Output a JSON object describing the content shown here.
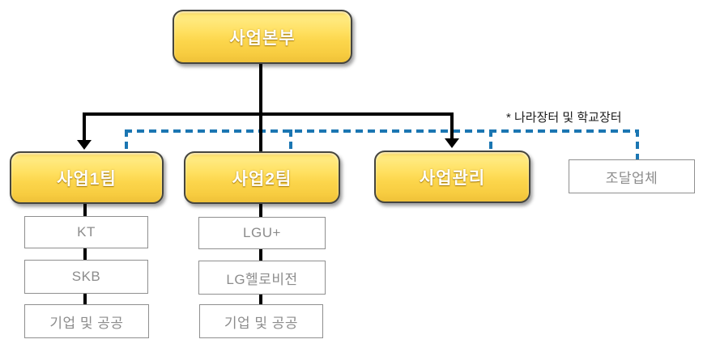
{
  "org_chart": {
    "root": {
      "label": "사업본부"
    },
    "teams": [
      {
        "label": "사업1팀",
        "children": [
          "KT",
          "SKB",
          "기업 및 공공"
        ]
      },
      {
        "label": "사업2팀",
        "children": [
          "LGU+",
          "LG헬로비전",
          "기업 및 공공"
        ]
      },
      {
        "label": "사업관리",
        "children": []
      }
    ],
    "vendor": {
      "label": "조달업체"
    },
    "annotation": {
      "text": "* 나라장터 및 학교장터"
    },
    "colors": {
      "node_border": "#45453f",
      "node_text": "#ffffff",
      "node_fill_top": "#ffe97e",
      "node_fill_bottom": "#efc138",
      "sub_border": "#8f8f8f",
      "sub_text": "#8c8c8c",
      "connector": "#000000",
      "dashed": "#1b76b2"
    }
  }
}
